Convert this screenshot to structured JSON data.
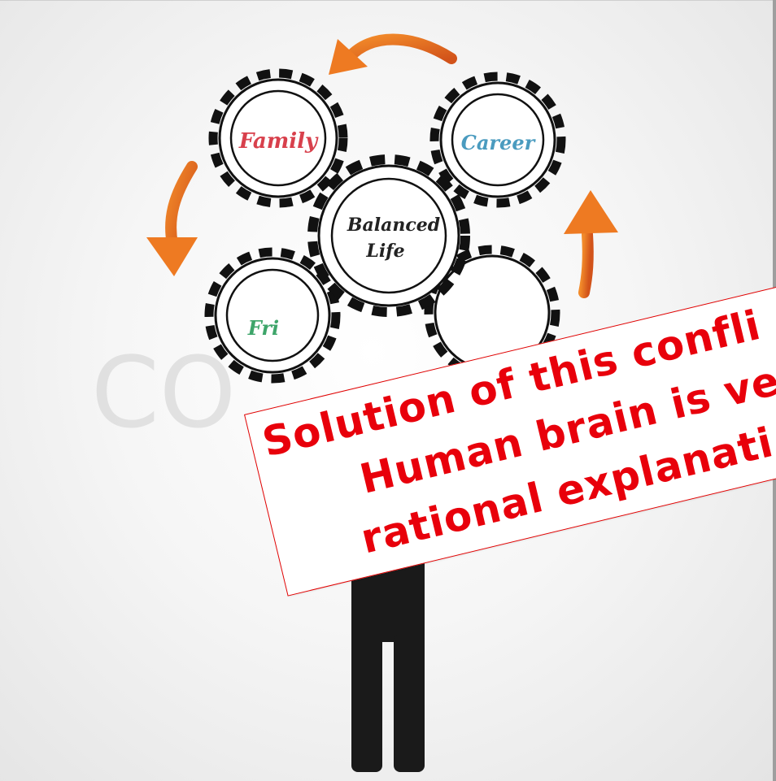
{
  "illustration": {
    "watermark_text": "CO",
    "gears": {
      "family": "Family",
      "career": "Career",
      "balanced_line1": "Balanced",
      "balanced_line2": "Life",
      "friends": "Fri"
    },
    "colors": {
      "family_text": "#d8404c",
      "career_text": "#4a9bbf",
      "friends_text": "#3ea56a",
      "balanced_text": "#222222",
      "arrow_orange": "#ee7a22",
      "figure": "#1a1a1a"
    }
  },
  "note": {
    "line1": "Solution of this confli",
    "line2": "Human brain is ve",
    "line3": "rational explanati",
    "text_color": "#e8000b",
    "border_color": "#e00000"
  }
}
